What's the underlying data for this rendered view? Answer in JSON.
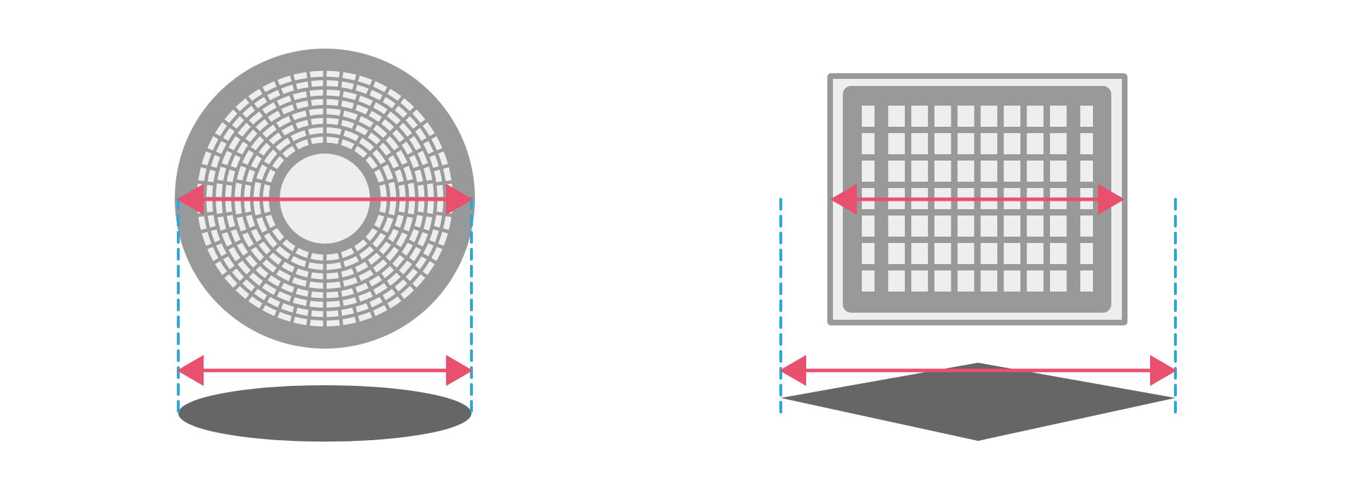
{
  "colors": {
    "background": "#ffffff",
    "cover_gray": "#999999",
    "slot_fill": "#eeeeee",
    "shadow_gray": "#666666",
    "arrow_red": "#e8506e",
    "guide_blue": "#29a8df"
  },
  "round_cover": {
    "ring_count": 8,
    "spokes_per_ring": [
      24,
      24,
      32,
      32,
      40,
      40,
      48,
      48
    ]
  },
  "square_grate": {
    "slot_columns": 10,
    "slot_rows": 7
  },
  "icons": [
    "round-manhole-cover-icon",
    "square-drain-grate-icon",
    "width-arrow-icon",
    "ellipse-shadow-icon",
    "rhombus-shadow-icon"
  ]
}
